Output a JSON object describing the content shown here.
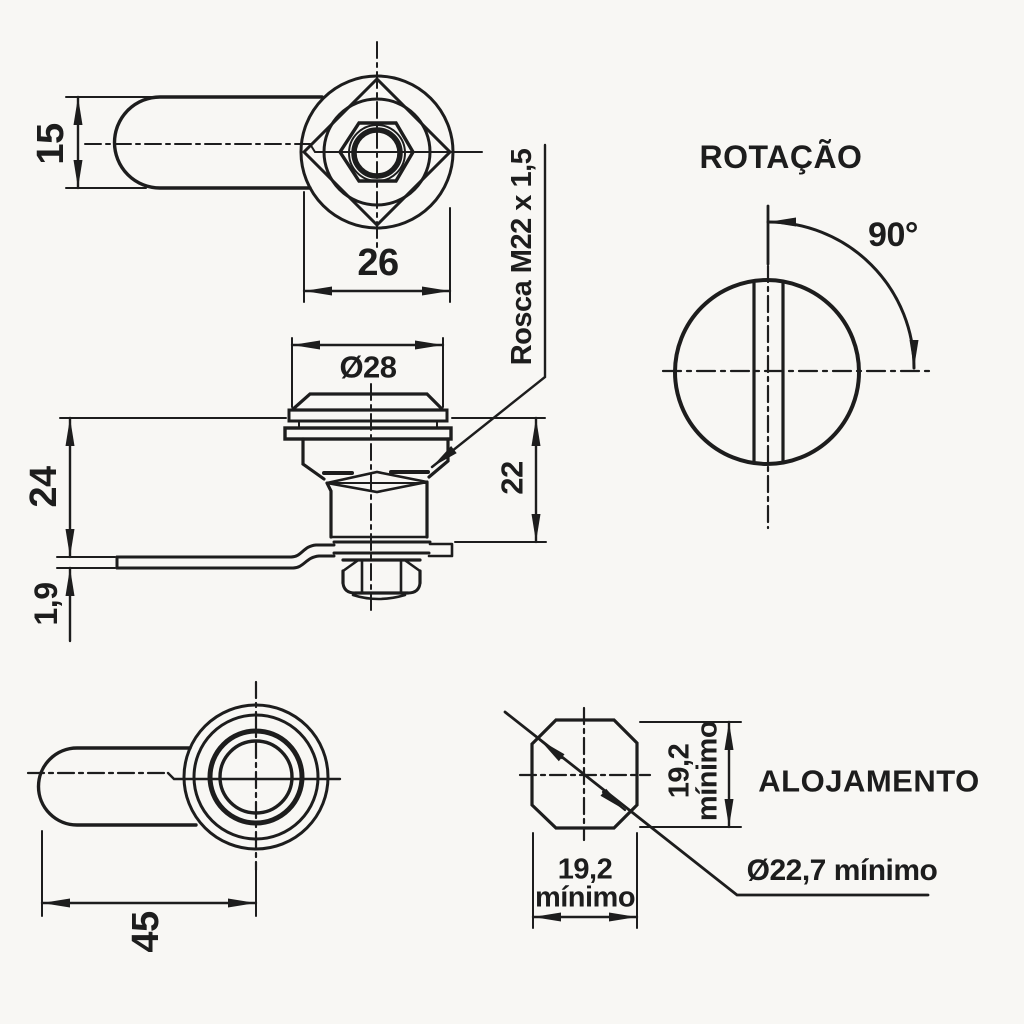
{
  "drawing": {
    "ink": "#1d1d1d",
    "background": "#f8f7f4",
    "views": {
      "side": {
        "dim_handle_height": "15",
        "dim_across_flats": "26"
      },
      "front": {
        "dim_head_diameter": "Ø28",
        "thread_label": "Rosca M22 x 1,5",
        "dim_body_length": "24",
        "dim_cam_thickness": "1,9",
        "dim_grip_length": "22"
      },
      "rotation": {
        "title": "ROTAÇÃO",
        "angle": "90°"
      },
      "top": {
        "dim_handle_length": "45"
      },
      "housing": {
        "title": "ALOJAMENTO",
        "dim_diagonal": "Ø22,7 mínimo",
        "dim_width_value": "19,2",
        "dim_width_qualifier": "mínimo",
        "dim_height_value": "19,2",
        "dim_height_qualifier": "mínimo"
      }
    }
  }
}
